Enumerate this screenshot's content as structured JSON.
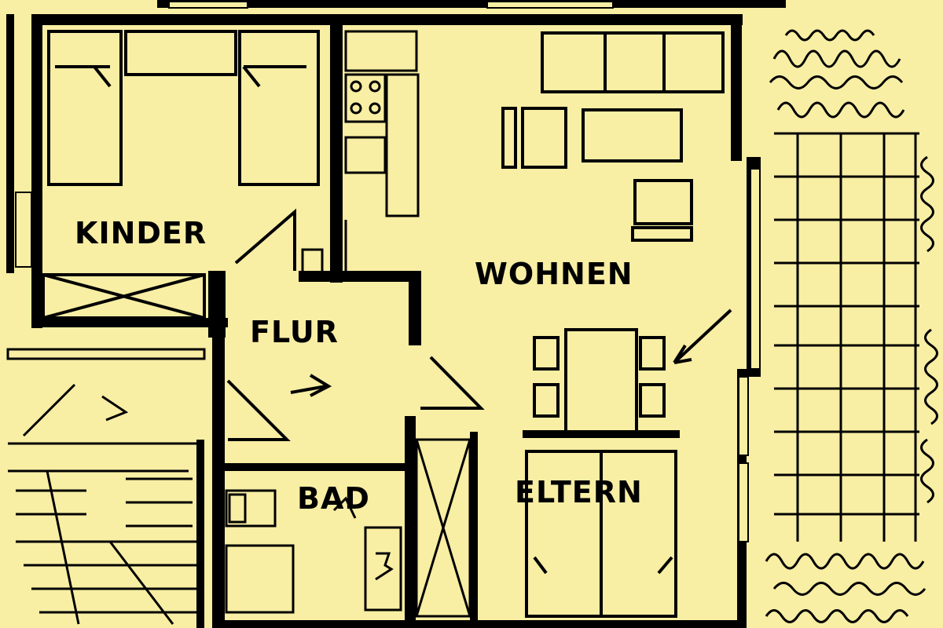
{
  "colors": {
    "paper": "#f8eea4",
    "ink": "#000000",
    "window_fill": "#f8eea4"
  },
  "rooms": {
    "kinder": "KINDER",
    "wohnen": "WOHNEN",
    "flur": "FLUR",
    "bad": "BAD",
    "eltern": "ELTERN"
  }
}
